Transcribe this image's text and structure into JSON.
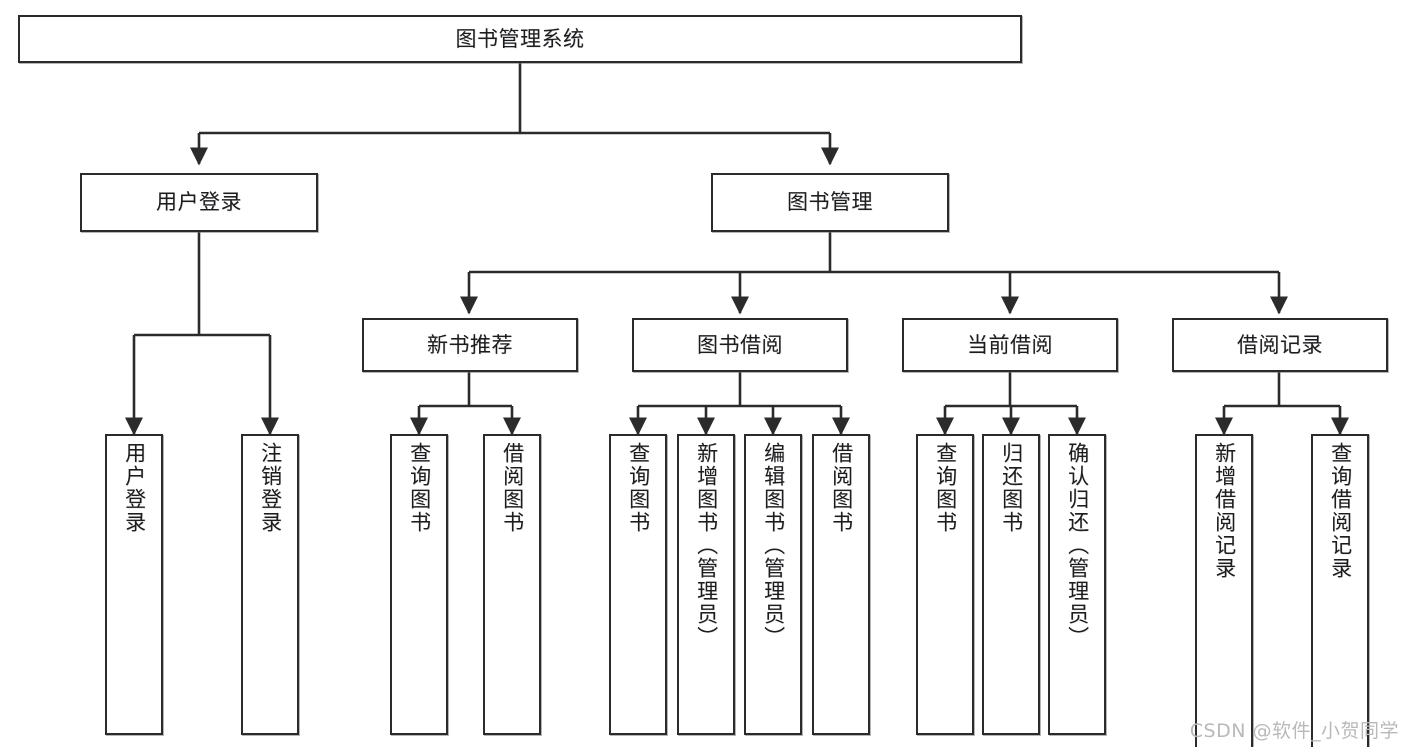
{
  "diagram": {
    "title": "图书管理系统",
    "type": "tree-hierarchy-diagram",
    "colors": {
      "box_border": "#2b2b2b",
      "box_fill": "#ffffff",
      "connector": "#2b2b2b",
      "text": "#1d1d1d",
      "watermark": "#b9b9b9",
      "background": "#ffffff"
    }
  },
  "root": {
    "label": "图书管理系统"
  },
  "level2": [
    {
      "label": "用户登录"
    },
    {
      "label": "图书管理"
    }
  ],
  "level3": [
    {
      "label": "新书推荐"
    },
    {
      "label": "图书借阅"
    },
    {
      "label": "当前借阅"
    },
    {
      "label": "借阅记录"
    }
  ],
  "leaves": {
    "user_login": [
      {
        "label": "用户登录"
      },
      {
        "label": "注销登录"
      }
    ],
    "new_book_recommend": [
      {
        "label": "查询图书"
      },
      {
        "label": "借阅图书"
      }
    ],
    "book_borrow": [
      {
        "label": "查询图书"
      },
      {
        "label": "新增图书（管理员）"
      },
      {
        "label": "编辑图书（管理员）"
      },
      {
        "label": "借阅图书"
      }
    ],
    "current_borrow": [
      {
        "label": "查询图书"
      },
      {
        "label": "归还图书"
      },
      {
        "label": "确认归还（管理员）"
      }
    ],
    "borrow_record": [
      {
        "label": "新增借阅记录"
      },
      {
        "label": "查询借阅记录"
      }
    ]
  },
  "watermark": {
    "text": "CSDN @软件_小贺同学"
  }
}
